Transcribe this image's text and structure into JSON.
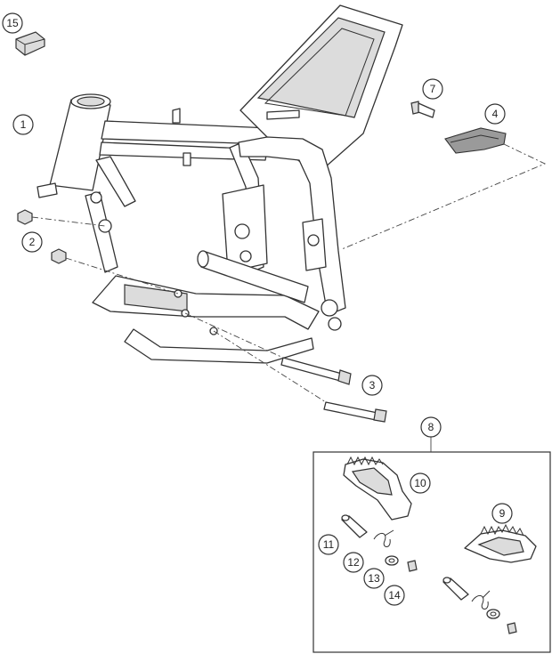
{
  "callouts": [
    {
      "id": "c15",
      "label": "15"
    },
    {
      "id": "c1",
      "label": "1"
    },
    {
      "id": "c2",
      "label": "2"
    },
    {
      "id": "c3",
      "label": "3"
    },
    {
      "id": "c4",
      "label": "4"
    },
    {
      "id": "c7",
      "label": "7"
    },
    {
      "id": "c8",
      "label": "8"
    },
    {
      "id": "c9",
      "label": "9"
    },
    {
      "id": "c10",
      "label": "10"
    },
    {
      "id": "c11",
      "label": "11"
    },
    {
      "id": "c12",
      "label": "12"
    },
    {
      "id": "c13",
      "label": "13"
    },
    {
      "id": "c14",
      "label": "14"
    }
  ]
}
